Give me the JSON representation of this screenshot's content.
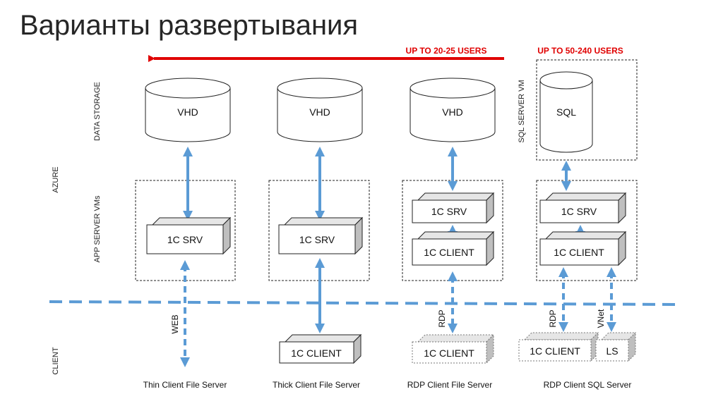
{
  "title": "Варианты развертывания",
  "arrows": {
    "left_label": "UP TO 20-25 USERS",
    "right_label": "UP TO 50-240 USERS",
    "accent_color": "#e00000"
  },
  "row_labels": {
    "azure": "AZURE",
    "data_storage": "DATA STORAGE",
    "app_server_vms": "APP SERVER VMs",
    "sql_server_vm": "SQL SERVER VM",
    "client": "CLIENT"
  },
  "storage": {
    "vhd": "VHD",
    "sql": "SQL"
  },
  "boxes": {
    "srv": "1C SRV",
    "client": "1C CLIENT",
    "ls": "LS"
  },
  "protocols": {
    "web": "WEB",
    "rdp": "RDP",
    "vnet": "VNet"
  },
  "columns": [
    "Thin Client File Server",
    "Thick Client File Server",
    "RDP Client File Server",
    "RDP Client SQL Server"
  ],
  "colors": {
    "link": "#5b9bd5",
    "box_side": "#bfbfbf",
    "box_top": "#e6e6e6"
  }
}
